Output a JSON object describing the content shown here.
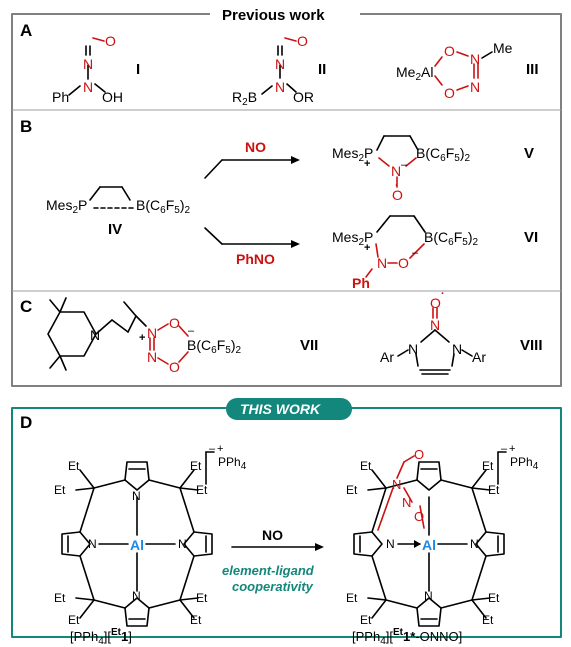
{
  "previous_work": {
    "title": "Previous work",
    "panels": {
      "A": {
        "label": "A",
        "compounds": [
          {
            "numeral": "I",
            "atoms": {
              "ph": "Ph",
              "n1": "N",
              "n2": "N",
              "o": "O",
              "oh": "OH"
            }
          },
          {
            "numeral": "II",
            "atoms": {
              "r2b": "R2B",
              "n1": "N",
              "n2": "N",
              "o": "O",
              "or": "OR"
            }
          },
          {
            "numeral": "III",
            "atoms": {
              "me2al": "Me2Al",
              "o1": "O",
              "o2": "O",
              "n1": "N",
              "n2": "N",
              "me": "Me"
            }
          }
        ]
      },
      "B": {
        "label": "B",
        "reactant": {
          "numeral": "IV",
          "mes2p": "Mes2P",
          "boron": "B(C6F5)2"
        },
        "reactions": [
          {
            "reagent": "NO",
            "product": {
              "numeral": "V",
              "mes2p": "Mes2P",
              "n": "N",
              "o": "O",
              "boron": "B(C6F5)2"
            }
          },
          {
            "reagent": "PhNO",
            "product": {
              "numeral": "VI",
              "mes2p": "Mes2P",
              "n": "N",
              "o": "O",
              "ph": "Ph",
              "boron": "B(C6F5)2"
            }
          }
        ]
      },
      "C": {
        "label": "C",
        "compounds": [
          {
            "numeral": "VII",
            "atoms": {
              "n_ring": "N",
              "n1": "N",
              "n2": "N",
              "o1": "O",
              "o2": "O",
              "boron": "B(C6F5)2"
            }
          },
          {
            "numeral": "VIII",
            "atoms": {
              "ar1": "Ar",
              "ar2": "Ar",
              "n1": "N",
              "n2": "N",
              "n3": "N",
              "o": "O"
            }
          }
        ]
      }
    }
  },
  "this_work": {
    "banner": "THIS WORK",
    "label": "D",
    "reagent": "NO",
    "caption_line1": "element-ligand",
    "caption_line2": "cooperativity",
    "reactant": {
      "name_prefix": "[PPh4][",
      "name_sup": "Et",
      "name_num": "1",
      "name_suffix": "]",
      "metal": "Al",
      "cation": "PPh4",
      "substituent": "Et"
    },
    "product": {
      "name_prefix": "[PPh4][",
      "name_sup": "Et",
      "name_num": "1*",
      "name_suffix": "-ONNO]",
      "metal": "Al",
      "cation": "PPh4",
      "substituent": "Et"
    }
  },
  "colors": {
    "heteroatom_red": "#cc1111",
    "metal_blue": "#1e88e5",
    "accent_teal": "#13877b",
    "frame_gray": "#808080"
  }
}
